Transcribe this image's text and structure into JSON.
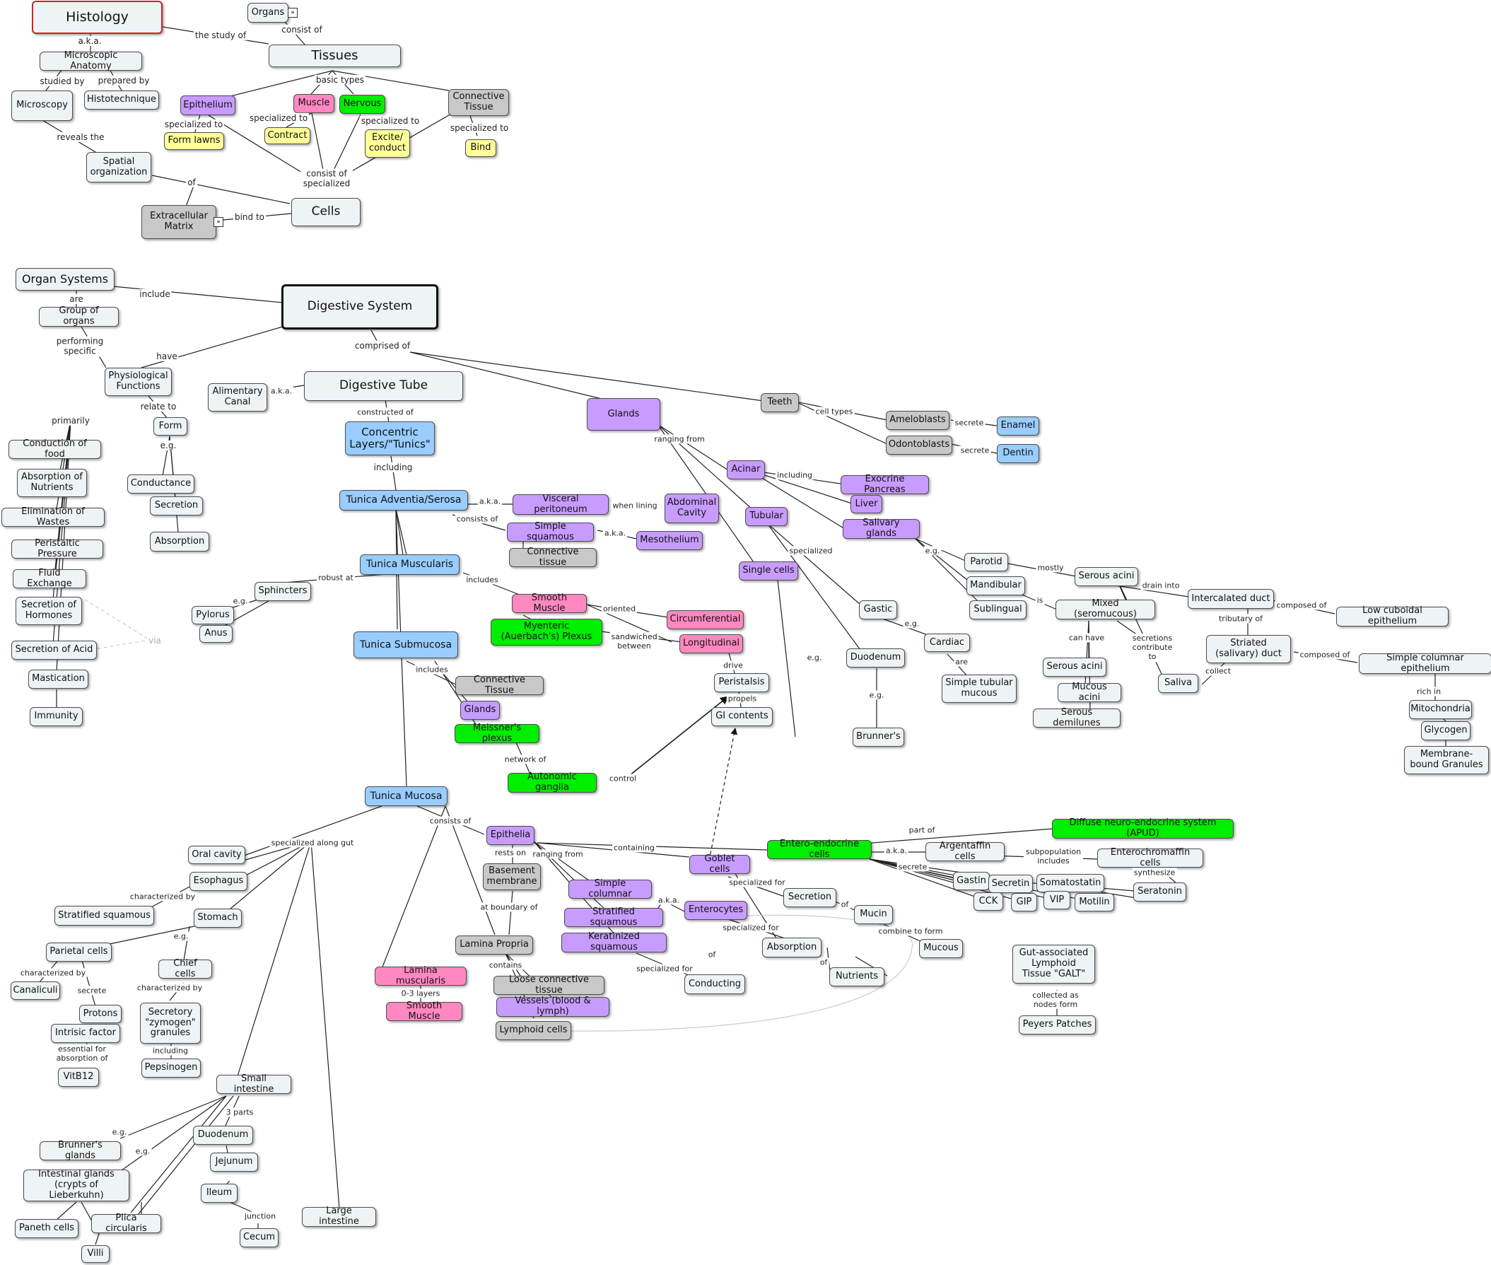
{
  "nodes": {
    "histology": "Histology",
    "organs": "Organs",
    "tissues": "Tissues",
    "micro_anatomy": "Microscopic Anatomy",
    "microscopy": "Microscopy",
    "histotechnique": "Histotechnique",
    "epithelium": "Epithelium",
    "muscle": "Muscle",
    "nervous": "Nervous",
    "connective_tissue": "Connective Tissue",
    "form_lawns": "Form lawns",
    "contract": "Contract",
    "excite_conduct": "Excite/ conduct",
    "bind": "Bind",
    "spatial_org": "Spatial organization",
    "cells": "Cells",
    "ecm": "Extracellular Matrix",
    "organ_systems": "Organ Systems",
    "group_of_organs": "Group of organs",
    "digestive_system": "Digestive System",
    "physio_functions": "Physiological Functions",
    "alimentary_canal": "Alimentary Canal",
    "digestive_tube": "Digestive Tube",
    "glands": "Glands",
    "teeth": "Teeth",
    "ameloblasts": "Ameloblasts",
    "odontoblasts": "Odontoblasts",
    "enamel": "Enamel",
    "dentin": "Dentin",
    "concentric_layers": "Concentric Layers/\"Tunics\"",
    "form": "Form",
    "conductance": "Conductance",
    "secretion_f": "Secretion",
    "absorption_f": "Absorption",
    "conduction_food": "Conduction of food",
    "absorption_nutrients": "Absorption of Nutrients",
    "elimination_wastes": "Elimination of Wastes",
    "peristaltic_pressure": "Peristaltic Pressure",
    "fluid_exchange": "Fluid Exchange",
    "secretion_hormones": "Secretion of Hormones",
    "secretion_acid": "Secretion of Acid",
    "mastication": "Mastication",
    "immunity": "Immunity",
    "tunica_adventia": "Tunica Adventia/Serosa",
    "visceral_peritoneum": "Visceral peritoneum",
    "abdominal_cavity": "Abdominal Cavity",
    "simple_squamous": "Simple squamous",
    "mesothelium": "Mesothelium",
    "connective_tissue2": "Connective tissue",
    "acinar": "Acinar",
    "exocrine_pancreas": "Exocrine Pancreas",
    "liver": "Liver",
    "salivary_glands": "Salivary glands",
    "tubular": "Tubular",
    "single_cells": "Single cells",
    "tunica_muscularis": "Tunica Muscularis",
    "sphincters": "Sphincters",
    "pylorus": "Pylorus",
    "anus": "Anus",
    "smooth_muscle": "Smooth Muscle",
    "circumferential": "Circumferential",
    "longitudinal": "Longitudinal",
    "myenteric": "Myenteric (Auerbach's) Plexus",
    "tunica_submucosa": "Tunica Submucosa",
    "connective_tissue3": "Connective Tissue",
    "glands2": "Glands",
    "meissners": "Meissner's plexus",
    "autonomic_ganglia": "Autonomic ganglia",
    "peristalsis": "Peristalsis",
    "gi_contents": "GI contents",
    "gastic": "Gastic",
    "cardiac": "Cardiac",
    "simple_tubular_mucous": "Simple tubular mucous",
    "duodenum_g": "Duodenum",
    "brunners": "Brunner's",
    "parotid": "Parotid",
    "mandibular": "Mandibular",
    "sublingual": "Sublingual",
    "serous_acini": "Serous acini",
    "mixed_seromucous": "Mixed (seromucous)",
    "serous_acini2": "Serous acini",
    "mucous_acini": "Mucous acini",
    "serous_demilunes": "Serous demilunes",
    "saliva": "Saliva",
    "intercalated_duct": "Intercalated duct",
    "low_cuboidal": "Low cuboidal epithelium",
    "striated_duct": "Striated (salivary) duct",
    "simple_columnar_epi": "Simple columnar epithelium",
    "mitochondria": "Mitochondria",
    "glycogen": "Glycogen",
    "membrane_granules": "Membrane-bound Granules",
    "tunica_mucosa": "Tunica Mucosa",
    "epithelia": "Epithelia",
    "basement_membrane": "Basement membrane",
    "entero_endocrine": "Entero-endocrine cells",
    "diffuse_neuro": "Diffuse neuro-endocrine system (APUD)",
    "argentaffin": "Argentaffin cells",
    "enterochromaffin": "Enterochromaffin cells",
    "seratonin": "Seratonin",
    "gastin": "Gastin",
    "secretin": "Secretin",
    "somatostatin": "Somatostatin",
    "cck": "CCK",
    "gip": "GIP",
    "vip": "VIP",
    "motilin": "Motilin",
    "goblet_cells": "Goblet cells",
    "simple_columnar": "Simple columnar",
    "stratified_squamous": "Stratified squamous",
    "keratinized_squamous": "Keratinized squamous",
    "enterocytes": "Enterocytes",
    "secretion_g": "Secretion",
    "mucin": "Mucin",
    "mucous": "Mucous",
    "absorption_e": "Absorption",
    "nutrients": "Nutrients",
    "conducting": "Conducting",
    "galt": "Gut-associated Lymphoid Tissue \"GALT\"",
    "peyers_patches": "Peyers Patches",
    "lamina_propria": "Lamina Propria",
    "lamina_muscularis": "Lamina muscularis",
    "smooth_muscle2": "Smooth Muscle",
    "loose_ct": "Loose connective tissue",
    "vessels": "Vessels (blood & lymph)",
    "lymphoid_cells": "Lymphoid cells",
    "oral_cavity": "Oral cavity",
    "esophagus": "Esophagus",
    "stratified_squamous2": "Stratified squamous",
    "stomach": "Stomach",
    "parietal_cells": "Parietal cells",
    "chief_cells": "Chief cells",
    "canaliculi": "Canaliculi",
    "protons": "Protons",
    "intrinsic_factor": "Intrisic factor",
    "vitb12": "VitB12",
    "secretory_granules": "Secretory \"zymogen\" granules",
    "pepsinogen": "Pepsinogen",
    "small_intestine": "Small intestine",
    "duodenum": "Duodenum",
    "jejunum": "Jejunum",
    "ileum": "Ileum",
    "cecum": "Cecum",
    "large_intestine": "Large intestine",
    "brunners_glands": "Brunner's glands",
    "intestinal_glands": "Intestinal glands (crypts of Lieberkuhn)",
    "paneth_cells": "Paneth cells",
    "plica_circularis": "Plica circularis",
    "villi": "Villi"
  },
  "labels": {
    "aka1": "a.k.a.",
    "study_of": "the study of",
    "consist_of": "consist of",
    "studied_by": "studied by",
    "prepared_by": "prepared  by",
    "basic_types": "basic types",
    "reveals_the": "reveals the",
    "spec_to1": "specialized to",
    "spec_to2": "specialized to",
    "spec_to3": "specialized to",
    "spec_to4": "specialized to",
    "consist_of_specialized": "consist of specialized",
    "of1": "of",
    "bind_to": "bind to",
    "include": "include",
    "are": "are",
    "performing_specific": "performing specific",
    "have": "have",
    "comprised_of": "comprised of",
    "aka2": "a.k.a.",
    "constructed_of": "constructed of",
    "including": "including",
    "relate_to": "relate to",
    "eg1": "e.g.",
    "primarily": "primarily",
    "via": "via",
    "cell_types": "cell types",
    "secrete1": "secrete",
    "secrete2": "secrete",
    "ranging_from": "ranging from",
    "including2": "including",
    "aka3": "a.k.a.",
    "when_lining": "when lining",
    "consists_of": "consists of",
    "aka4": "a.k.a.",
    "specialized": "specialized",
    "robust_at": "robust at",
    "eg2": "e.g.",
    "includes": "includes",
    "oriented": "oriented",
    "sandwiched_between": "sandwiched between",
    "drive": "drive",
    "propels": "propels",
    "includes2": "includes",
    "network_of": "network of",
    "control": "control",
    "eg3": "e.g.",
    "eg4": "e.g.",
    "eg5": "e.g.",
    "are2": "are",
    "eg6": "e.g.",
    "mostly": "mostly",
    "is": "is",
    "drain_into": "drain into",
    "can_have": "can have",
    "secretions_contribute": "secretions contribute to",
    "collect": "collect",
    "composed_of1": "composed of",
    "tributary_of": "tributary of",
    "composed_of2": "composed of",
    "rich_in": "rich in",
    "consists_of2": "consists of",
    "rests_on": "rests on",
    "ranging_from2": "ranging from",
    "at_boundary": "at boundary of",
    "containing": "containing",
    "part_of": "part of",
    "aka5": "a.k.a.",
    "subpopulation": "subpopulation includes",
    "synthesize": "synthesize",
    "secrete3": "secrete",
    "aka6": "a.k.a.",
    "specialized_for1": "specialized for",
    "of2": "of",
    "combine_to_form": "combine to form",
    "specialized_for2": "specialized for",
    "of3": "of",
    "specialized_for3": "specialized for",
    "of4": "of",
    "collected_as": "collected as nodes form",
    "contains": "contains",
    "layers": "0-3 layers",
    "specialized_along": "specialized along gut",
    "characterized_by1": "characterized by",
    "eg7": "e.g.",
    "characterized_by2": "characterized by",
    "secrete4": "secrete",
    "characterized_by3": "characterized by",
    "essential_for": "essential for absorption of",
    "including3": "including",
    "three_parts": "3 parts",
    "eg8": "e.g.",
    "eg9": "e.g.",
    "junction": "junction"
  }
}
